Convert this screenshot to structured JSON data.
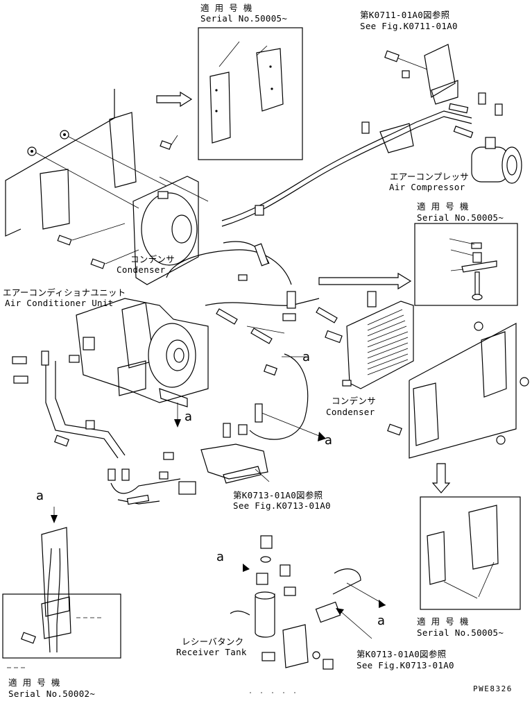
{
  "labels": {
    "serial_top_jp": "適 用 号 機",
    "serial_top_en": "Serial No.50005~",
    "see_fig_top_jp": "第K0711-01A0図参照",
    "see_fig_top_en": "See Fig.K0711-01A0",
    "compressor_jp": "エアーコンプレッサ",
    "compressor_en": "Air Compressor",
    "serial_right_jp": "適 用 号 機",
    "serial_right_en": "Serial No.50005~",
    "condenser_left_jp": "コンデンサ",
    "condenser_left_en": "Condenser",
    "ac_unit_jp": "エアーコンディショナユニット",
    "ac_unit_en": "Air Conditioner Unit",
    "condenser_right_jp": "コンデンサ",
    "condenser_right_en": "Condenser",
    "see_fig_mid_jp": "第K0713-01A0図参照",
    "see_fig_mid_en": "See Fig.K0713-01A0",
    "receiver_jp": "レシーバタンク",
    "receiver_en": "Receiver Tank",
    "see_fig_bot_jp": "第K0713-01A0図参照",
    "see_fig_bot_en": "See Fig.K0713-01A0",
    "serial_br_jp": "適 用 号 機",
    "serial_br_en": "Serial No.50005~",
    "serial_bl_jp": "適 用 号 機",
    "serial_bl_en": "Serial No.50002~",
    "drawing_code": "PWE8326"
  },
  "markers": {
    "a1": "a",
    "a2": "a",
    "a3": "a",
    "a4": "a",
    "a5": "a",
    "a6": "a"
  }
}
